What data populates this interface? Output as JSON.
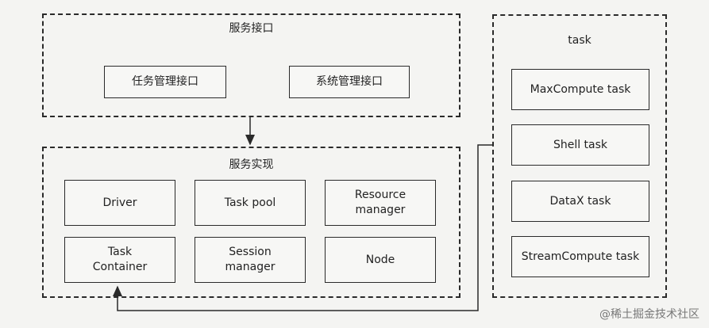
{
  "service_interface": {
    "title": "服务接口",
    "items": [
      "任务管理接口",
      "系统管理接口"
    ]
  },
  "service_impl": {
    "title": "服务实现",
    "items": [
      "Driver",
      "Task pool",
      "Resource\nmanager",
      "Task\nContainer",
      "Session\nmanager",
      "Node"
    ]
  },
  "task": {
    "title": "task",
    "items": [
      "MaxCompute task",
      "Shell task",
      "DataX task",
      "StreamCompute task"
    ]
  },
  "watermark": "@稀土掘金技术社区"
}
